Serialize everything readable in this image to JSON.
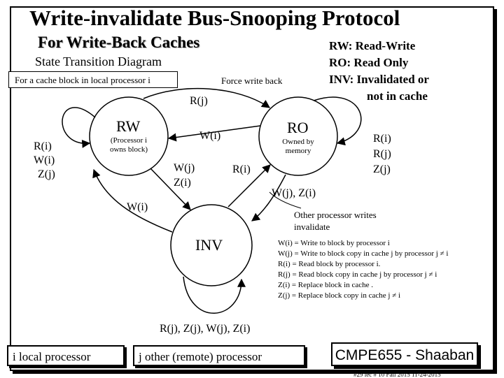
{
  "title": "Write-invalidate Bus-Snooping Protocol",
  "subtitle": "For Write-Back Caches",
  "diagram_label": "State Transition Diagram",
  "context_box": "For a cache block in local processor i",
  "legend": [
    "RW: Read-Write",
    "RO:  Read Only",
    "INV: Invalidated or",
    "not in cache"
  ],
  "states": {
    "rw": {
      "label": "RW",
      "note_1": "(Processor i",
      "note_2": "owns block)"
    },
    "ro": {
      "label": "RO",
      "note_1": "Owned by",
      "note_2": "memory"
    },
    "inv": {
      "label": "INV"
    }
  },
  "edges": {
    "rw_self": [
      "R(i)",
      "W(i)",
      "Z(j)"
    ],
    "ro_self": [
      "R(i)",
      "R(j)",
      "Z(j)"
    ],
    "force_write_back": "Force write back",
    "rw_to_ro": "R(j)",
    "ro_to_rw": "W(i)",
    "rw_to_inv_1": "W(j)",
    "rw_to_inv_2": "Z(i)",
    "inv_to_ro": "R(i)",
    "ro_to_inv": "W(j), Z(i)",
    "inv_to_rw": "W(i)",
    "other_proc_1": "Other processor writes",
    "other_proc_2": "invalidate",
    "inv_self": "R(j), Z(j), W(j), Z(i)"
  },
  "definitions": [
    "W(i) =  Write to block by processor i",
    "W(j) = Write to block copy in cache j by processor j  ≠ i",
    "R(i) = Read block by processor i.",
    "R(j) = Read block copy in cache j by processor j  ≠ i",
    "Z(i) = Replace block in cache .",
    "Z(j) = Replace block copy in cache j  ≠ i"
  ],
  "bottom": {
    "local": "i  local processor",
    "remote": "j  other (remote) processor",
    "course": "CMPE655 - Shaaban"
  },
  "footer": "#29   lec # 10   Fall 2015   11-24-2015"
}
